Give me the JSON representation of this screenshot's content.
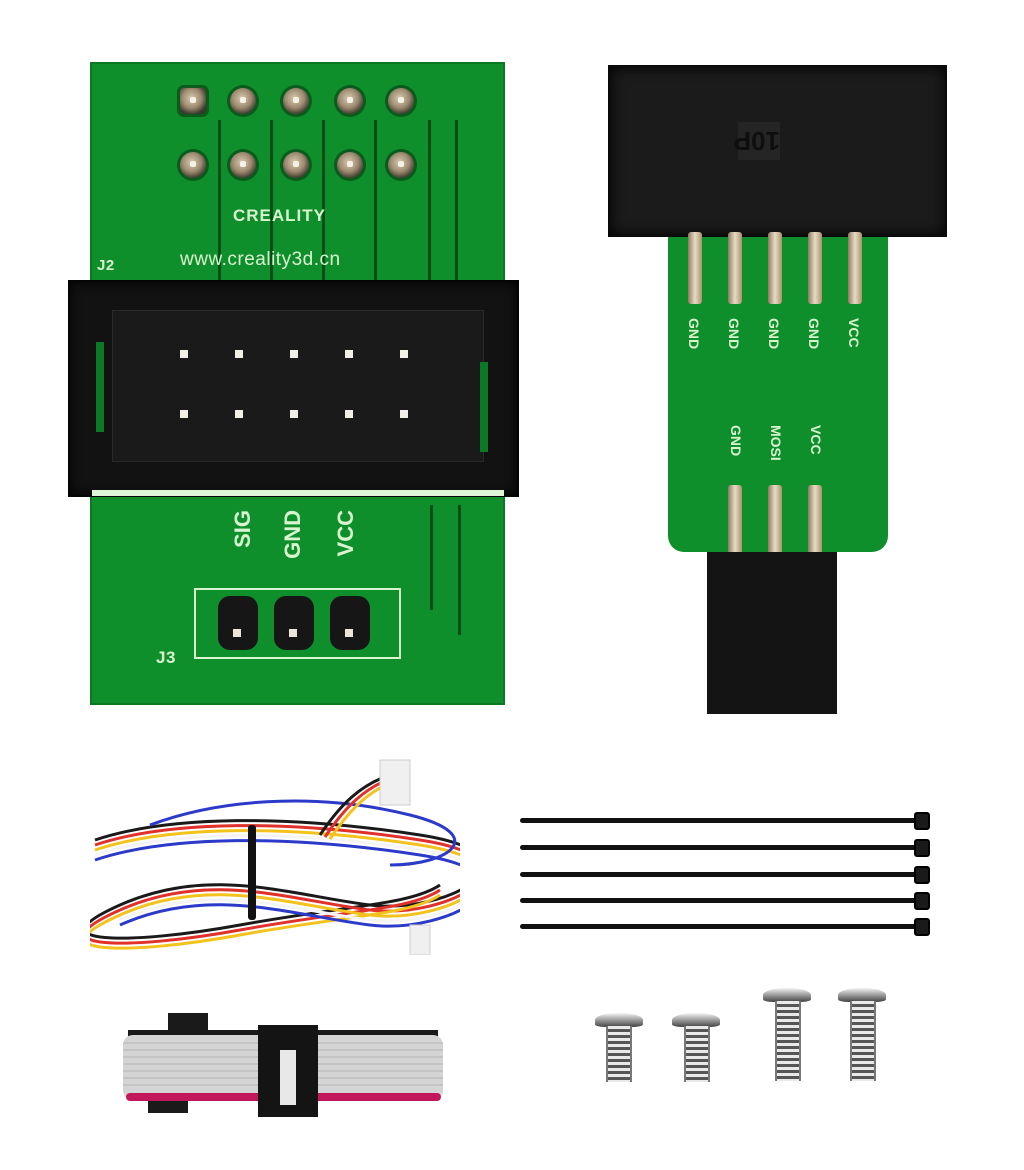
{
  "scene": {
    "description": "Product photo of a Creality BLTouch/CR-Touch adapter kit on white background",
    "background_color": "#ffffff"
  },
  "adapter_board": {
    "pcb_color": "#0f8f2c",
    "brand": "CREALITY",
    "url": "www.creality3d.cn",
    "header_ref": "J2",
    "header_label_connector_ref": "J3",
    "j3_pins": [
      "SIG",
      "GND",
      "VCC"
    ],
    "top_pad_count": 10,
    "idc_pin_count": 10
  },
  "bridge_board": {
    "pcb_color": "#0f8f2c",
    "connector_mold_text": "10P",
    "top_pins": [
      "GND",
      "GND",
      "GND",
      "GND",
      "VCC"
    ],
    "bottom_pins": [
      "GND",
      "MOSI",
      "VCC"
    ]
  },
  "accessories": {
    "cable": {
      "type": "5-pin multicolor extension cable",
      "colors": [
        "#1a1a1a",
        "#e0312b",
        "#f3c21c",
        "#ffffff",
        "#2c3ac9"
      ]
    },
    "ribbon": {
      "type": "10-pin grey ribbon cable",
      "edge_color": "#c2185b"
    },
    "zip_ties": {
      "count": 5,
      "color": "#111111"
    },
    "screws": {
      "count": 4,
      "sizes": [
        "short",
        "short",
        "long",
        "long"
      ]
    }
  }
}
